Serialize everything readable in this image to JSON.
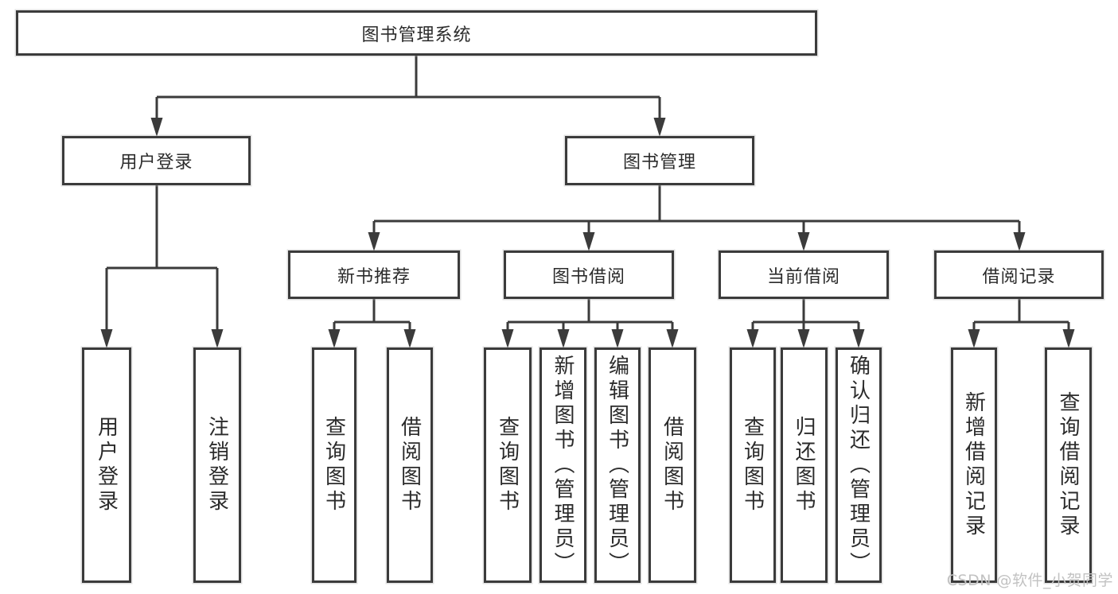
{
  "diagram": {
    "root": "图书管理系统",
    "level2": {
      "user_login": "用户登录",
      "book_mgmt": "图书管理"
    },
    "level3": {
      "new_books": "新书推荐",
      "book_borrow": "图书借阅",
      "current_borrow": "当前借阅",
      "borrow_records": "借阅记录"
    },
    "leaves": {
      "user_login": "用户登录",
      "logout": "注销登录",
      "nb_query": "查询图书",
      "nb_borrow": "借阅图书",
      "bb_query": "查询图书",
      "bb_add": "新增图书（管理员）",
      "bb_edit": "编辑图书（管理员）",
      "bb_borrow": "借阅图书",
      "cb_query": "查询图书",
      "cb_return": "归还图书",
      "cb_confirm": "确认归还（管理员）",
      "br_add": "新增借阅记录",
      "br_query": "查询借阅记录"
    },
    "colors": {
      "line": "#3b3b3b",
      "box_border": "#3b3b3b",
      "text": "#2b2b2b",
      "watermark": "#c2c2c2",
      "background": "#ffffff"
    }
  },
  "watermark": "CSDN @软件_小贺同学"
}
